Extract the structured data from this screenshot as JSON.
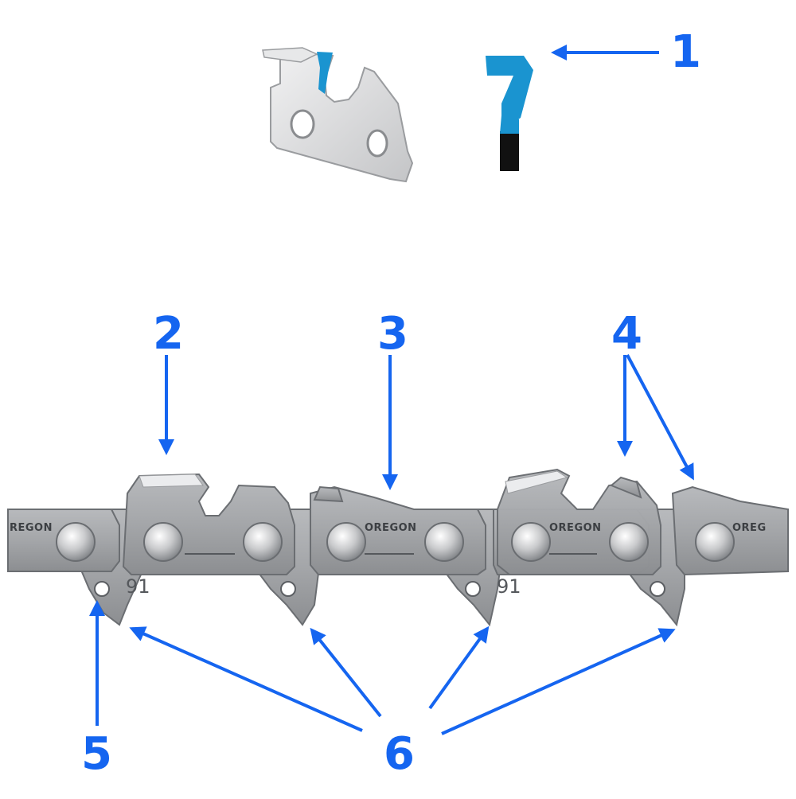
{
  "callouts": {
    "c1": "1",
    "c2": "2",
    "c3": "3",
    "c4": "4",
    "c5": "5",
    "c6": "6"
  },
  "link_brand": "OREGON",
  "link_brand_partial_left": "REGON",
  "link_brand_partial_right": "OREG",
  "gauge_stamp": "91",
  "colors": {
    "callout_blue": "#1565f0",
    "cutter_edge_blue": "#1a94d0",
    "steel_light": "#c9cacc",
    "steel_mid": "#9ea0a3",
    "steel_dark": "#6b6e72",
    "rivet": "#d8d9db"
  },
  "icons": {
    "cutter_profile": "cutter-tooth-profile-icon",
    "cutter_link": "cutter-link-icon",
    "chain": "saw-chain-icon"
  }
}
